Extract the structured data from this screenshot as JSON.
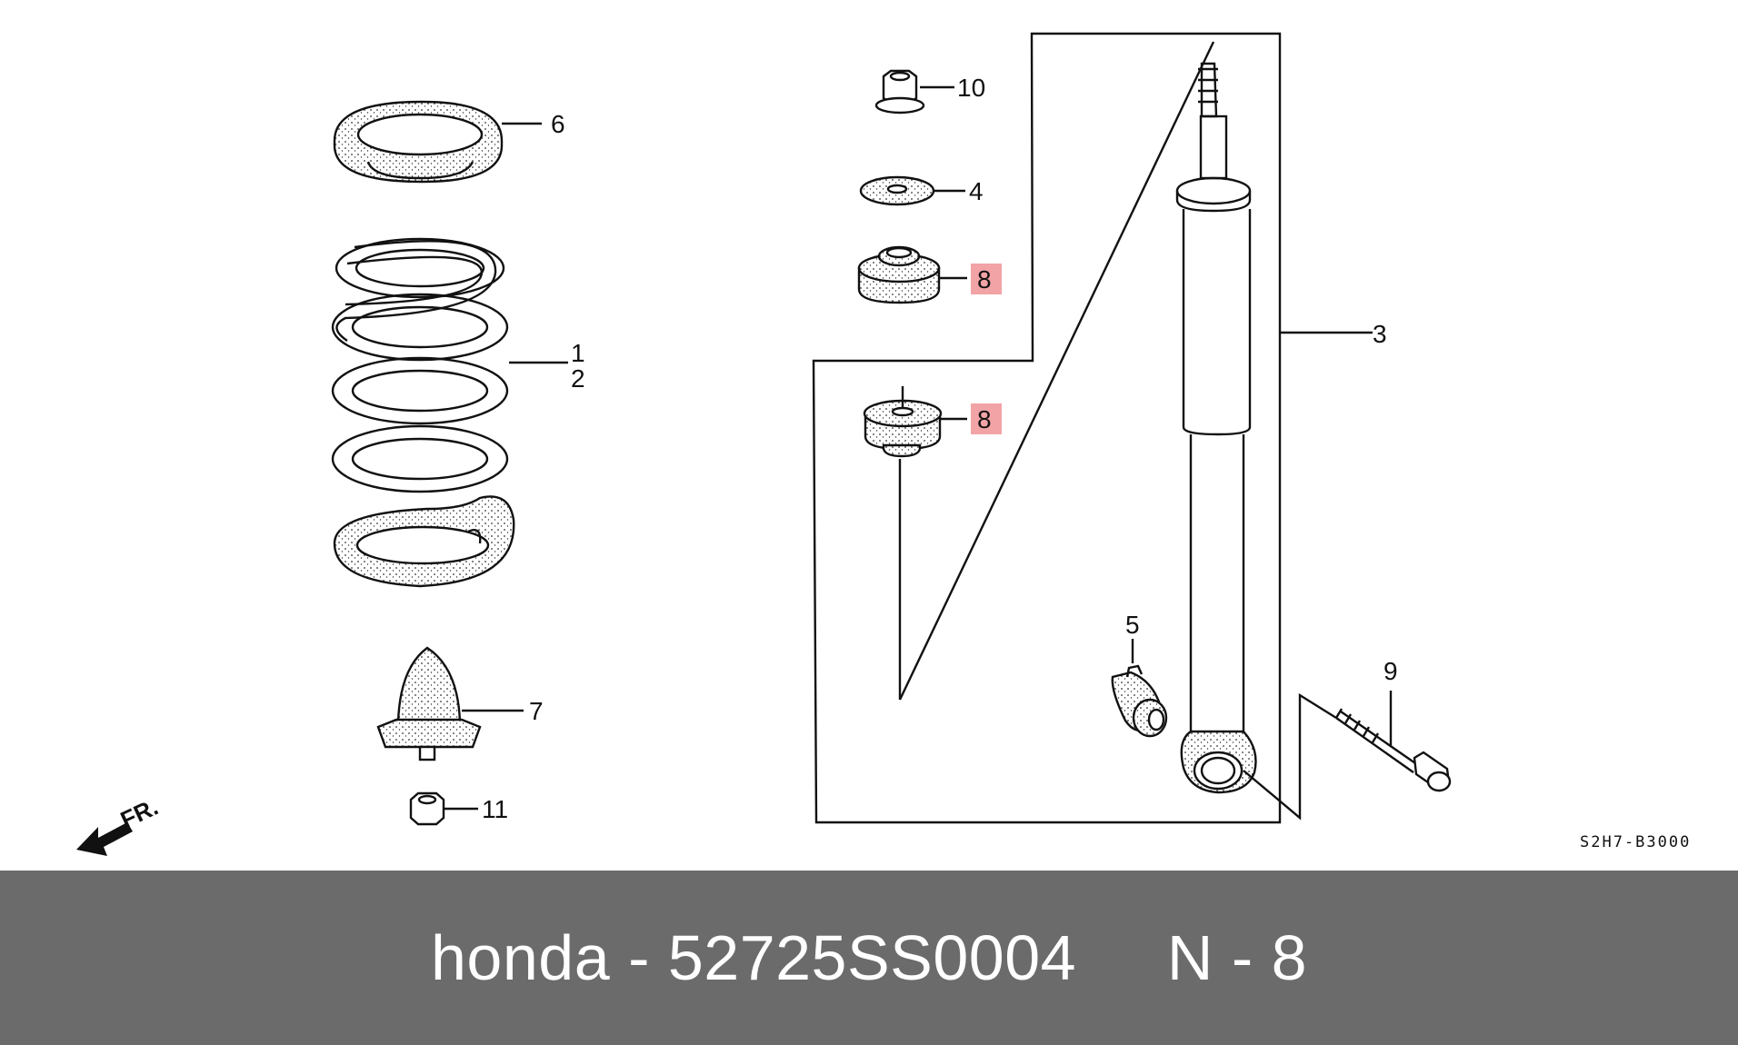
{
  "diagram": {
    "callouts": {
      "c1": "1",
      "c2": "2",
      "c3": "3",
      "c4": "4",
      "c5": "5",
      "c6": "6",
      "c7": "7",
      "c8a": "8",
      "c8b": "8",
      "c9": "9",
      "c10": "10",
      "c11": "11"
    },
    "highlight_color": "#f2a3a6",
    "drawing_code": "S2H7-B3000",
    "direction_label": "FR."
  },
  "caption": {
    "text": "honda - 52725SS0004     N - 8"
  },
  "colors": {
    "caption_background": "#6b6b6b",
    "caption_text": "#ffffff"
  }
}
